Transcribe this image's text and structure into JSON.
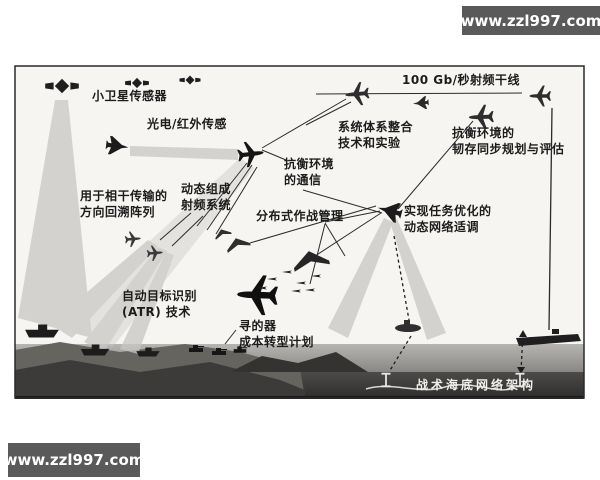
{
  "watermarks": {
    "top_right": "www.zzl997.com",
    "bottom_left": "www.zzl997.com"
  },
  "colors": {
    "watermark_bg": "#5a5a5a",
    "watermark_text": "#ffffff",
    "diagram_bg": "#f6f5f2",
    "ink": "#222222",
    "beam_gray": "#c9c7c3",
    "sea_top": "#b7b5b2",
    "sea_bottom": "#5f5e5b",
    "seabed_dark": "#2f2e2d",
    "label_text": "#1c1c1c",
    "undersea_label_text": "#f0efec"
  },
  "diagram": {
    "labels": {
      "satellite_sensors": "小卫星传感器",
      "eo_ir_sensing": "光电/红外传感",
      "rf_trunk": "100 Gb/秒射频干线",
      "sos_integration": "系统体系整合\n技术和实验",
      "resilient_planning": "抗衡环境的\n韧存同步规划与评估",
      "contested_comms": "抗衡环境\n的通信",
      "dynamic_rf": "动态组成\n射频系统",
      "coherent_array": "用于相干传输的\n方向回溯阵列",
      "distributed_bm": "分布式作战管理",
      "dynamo": "实现任务优化的\n动态网络适调",
      "atr": "自动目标识别\n(ATR) 技术",
      "seeker": "寻的器\n成本转型计划",
      "undersea_network": "战术海底网络架构"
    },
    "icons": [
      "satellite-icon",
      "fighter-jet-icon",
      "transport-aircraft-icon",
      "awacs-aircraft-icon",
      "airliner-icon",
      "business-jet-icon",
      "uav-icon",
      "stealth-uav-icon",
      "bomber-icon",
      "drone-swarm-icon",
      "submarine-icon",
      "aircraft-carrier-icon",
      "ship-icon",
      "ground-vehicle-icon",
      "seabed-node-icon"
    ]
  }
}
